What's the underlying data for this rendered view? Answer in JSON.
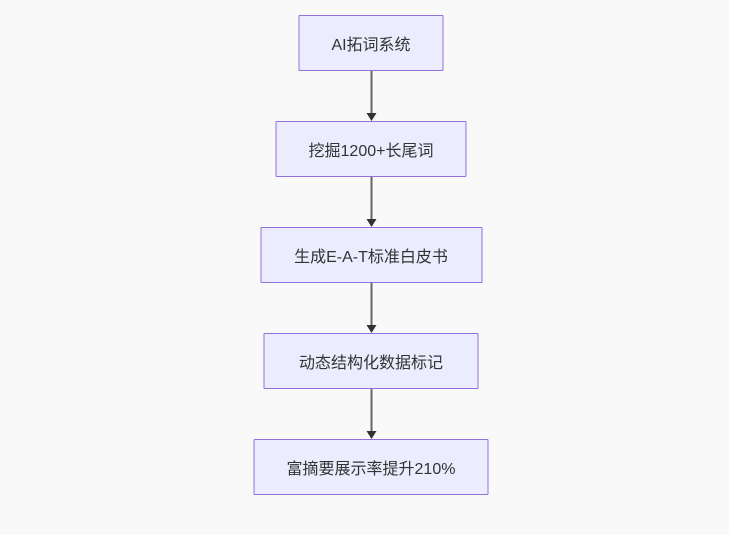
{
  "diagram": {
    "type": "flowchart",
    "direction": "top-down",
    "nodes": [
      {
        "id": "n1",
        "label": "AI拓词系统"
      },
      {
        "id": "n2",
        "label": "挖掘1200+长尾词"
      },
      {
        "id": "n3",
        "label": "生成E-A-T标准白皮书"
      },
      {
        "id": "n4",
        "label": "动态结构化数据标记"
      },
      {
        "id": "n5",
        "label": "富摘要展示率提升210%"
      }
    ],
    "edges": [
      {
        "from": "n1",
        "to": "n2"
      },
      {
        "from": "n2",
        "to": "n3"
      },
      {
        "from": "n3",
        "to": "n4"
      },
      {
        "from": "n4",
        "to": "n5"
      }
    ],
    "colors": {
      "background": "#f9f9f9",
      "node_fill": "#ECECFF",
      "node_border": "#9370DB",
      "node_text": "#333333",
      "arrow_line": "#666666",
      "arrow_head": "#333333"
    }
  }
}
